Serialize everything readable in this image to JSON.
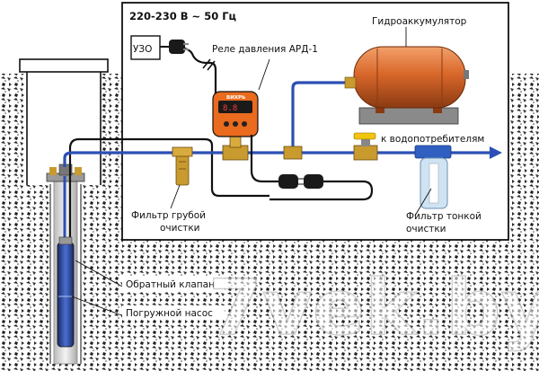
{
  "labels": {
    "power": "220-230 В ~ 50 Гц",
    "uzo": "УЗО",
    "pressure_relay": "Реле давления АРД-1",
    "accumulator": "Гидроаккумулятор",
    "consumers": "к водопотребителям",
    "coarse_filter_line1": "Фильтр грубой",
    "coarse_filter_line2": "очистки",
    "fine_filter_line1": "Фильтр тонкой",
    "fine_filter_line2": "очистки",
    "check_valve": "Обратный клапан",
    "pump": "Погружной насос",
    "relay_brand": "ВИХРЬ",
    "watermark": "7vek.by"
  },
  "colors": {
    "pipe": "#2b4fb5",
    "cable": "#111111",
    "tank": "#d8672a",
    "relay": "#ea6a1e",
    "brass": "#c99a2e",
    "soil": "#2a2a2a",
    "filter_body": "#cfe3f2",
    "filter_cap": "#2f5fc0"
  },
  "icons": {
    "plug": "plug-icon",
    "arrow": "arrow-right-icon",
    "valve": "ball-valve-icon"
  }
}
